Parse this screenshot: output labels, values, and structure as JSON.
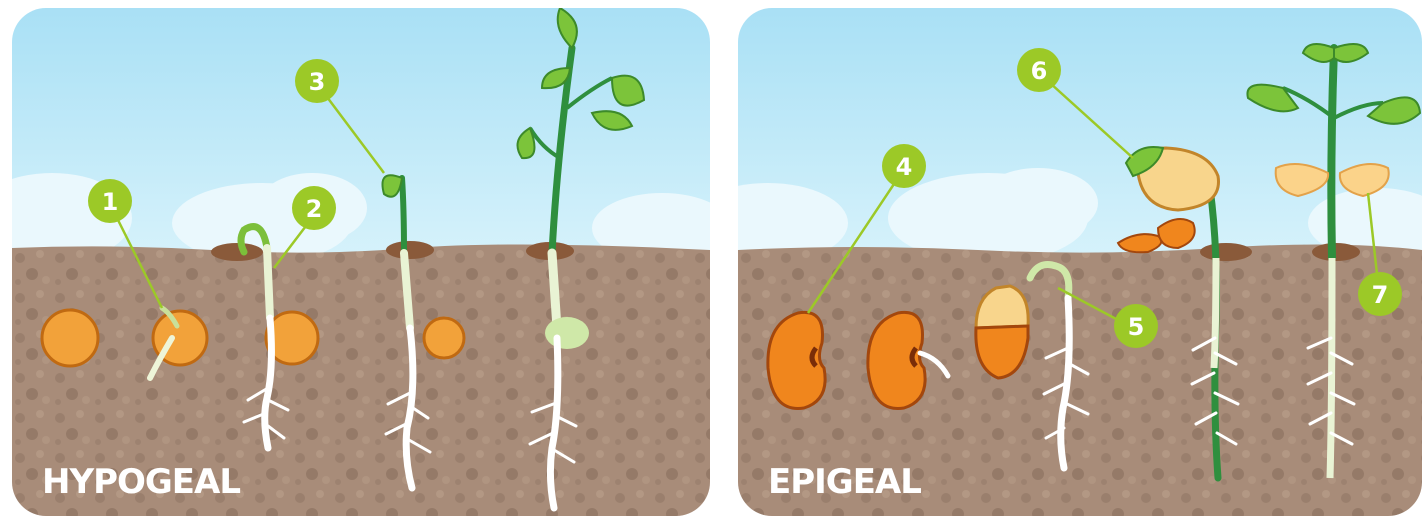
{
  "panels": {
    "left": {
      "label": "HYPOGEAL"
    },
    "right": {
      "label": "EPIGEAL"
    }
  },
  "callouts": [
    "1",
    "2",
    "3",
    "4",
    "5",
    "6",
    "7"
  ],
  "colors": {
    "sky": "#cfeef9",
    "soil": "#a58a78",
    "seed": "#f2a23a",
    "leaf": "#6fbb2c",
    "callout": "#9cc927",
    "cotyledon": "#f8d58c"
  }
}
